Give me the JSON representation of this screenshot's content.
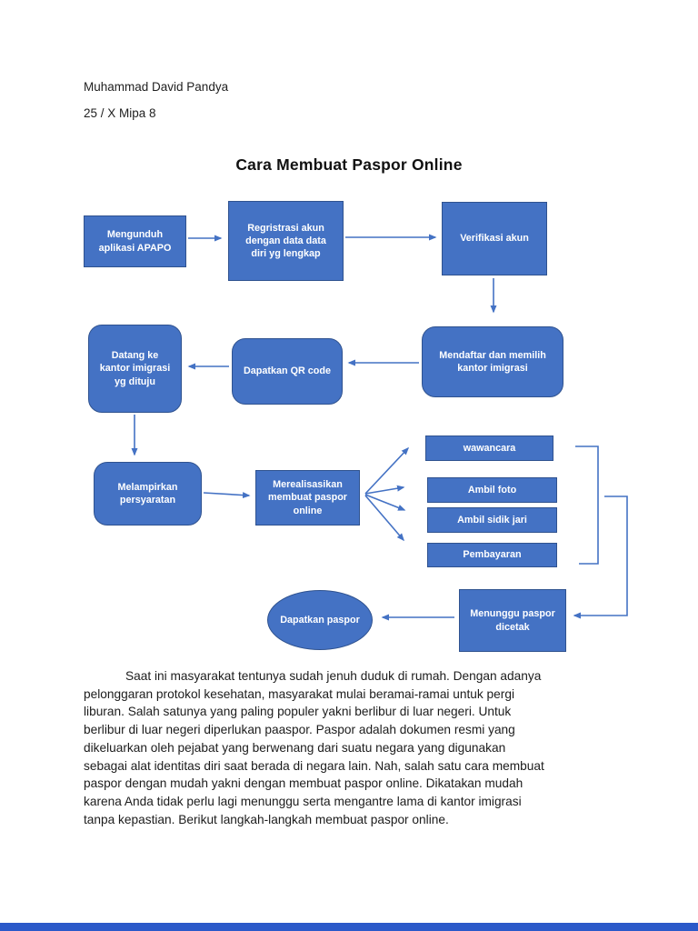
{
  "header": {
    "author": "Muhammad David Pandya",
    "class": "25 / X Mipa 8"
  },
  "title": "Cara Membuat Paspor Online",
  "flowchart": {
    "nodes": {
      "mengunduh": {
        "label": "Mengunduh aplikasi APAPO",
        "shape": "rect"
      },
      "registrasi": {
        "label": "Regristrasi akun dengan data data diri yg lengkap",
        "shape": "rect"
      },
      "verifikasi": {
        "label": "Verifikasi akun",
        "shape": "rect"
      },
      "mendaftar": {
        "label": "Mendaftar dan memilih kantor imigrasi",
        "shape": "rounded"
      },
      "qr": {
        "label": "Dapatkan QR code",
        "shape": "rounded"
      },
      "datang": {
        "label": "Datang ke kantor imigrasi yg dituju",
        "shape": "rounded"
      },
      "melampirkan": {
        "label": "Melampirkan persyaratan",
        "shape": "rounded"
      },
      "merealisasikan": {
        "label": "Merealisasikan membuat paspor online",
        "shape": "rect"
      },
      "wawancara": {
        "label": "wawancara",
        "shape": "rect"
      },
      "ambil_foto": {
        "label": "Ambil foto",
        "shape": "rect"
      },
      "ambil_sidik_jari": {
        "label": "Ambil sidik jari",
        "shape": "rect"
      },
      "pembayaran": {
        "label": "Pembayaran",
        "shape": "rect"
      },
      "menunggu": {
        "label": "Menunggu paspor dicetak",
        "shape": "rect"
      },
      "dapatkan": {
        "label": "Dapatkan paspor",
        "shape": "ellipse"
      }
    },
    "edges": [
      {
        "from": "mengunduh",
        "to": "registrasi"
      },
      {
        "from": "registrasi",
        "to": "verifikasi"
      },
      {
        "from": "verifikasi",
        "to": "mendaftar"
      },
      {
        "from": "mendaftar",
        "to": "qr"
      },
      {
        "from": "qr",
        "to": "datang"
      },
      {
        "from": "datang",
        "to": "melampirkan"
      },
      {
        "from": "melampirkan",
        "to": "merealisasikan"
      },
      {
        "from": "merealisasikan",
        "to": "wawancara"
      },
      {
        "from": "merealisasikan",
        "to": "ambil_foto"
      },
      {
        "from": "merealisasikan",
        "to": "ambil_sidik_jari"
      },
      {
        "from": "merealisasikan",
        "to": "pembayaran"
      },
      {
        "from": "wawancara_ambil_foto_ambil_sidik_jari_pembayaran",
        "to": "menunggu"
      },
      {
        "from": "menunggu",
        "to": "dapatkan"
      }
    ]
  },
  "paragraph": {
    "lines": [
      "Saat ini masyarakat tentunya sudah jenuh duduk di rumah. Dengan adanya",
      "pelonggaran protokol kesehatan, masyarakat mulai beramai-ramai untuk pergi",
      "liburan. Salah satunya yang paling populer yakni berlibur di luar negeri. Untuk",
      "berlibur di luar negeri diperlukan paaspor. Paspor adalah dokumen resmi yang",
      "dikeluarkan oleh pejabat yang berwenang dari suatu negara yang digunakan",
      "sebagai alat identitas diri saat berada di negara lain. Nah, salah satu cara membuat",
      "paspor dengan mudah yakni dengan membuat paspor online. Dikatakan mudah",
      "karena Anda tidak perlu lagi menunggu serta mengantre lama di kantor imigrasi",
      "tanpa kepastian. Berikut langkah-langkah membuat paspor online."
    ]
  },
  "colors": {
    "node_fill": "#4472C4",
    "node_border": "#2F528F",
    "node_text": "#FFFFFF",
    "arrow": "#4472C4",
    "page_background": "#FFFFFF",
    "bottom_edge_bar": "#2B59C9"
  }
}
